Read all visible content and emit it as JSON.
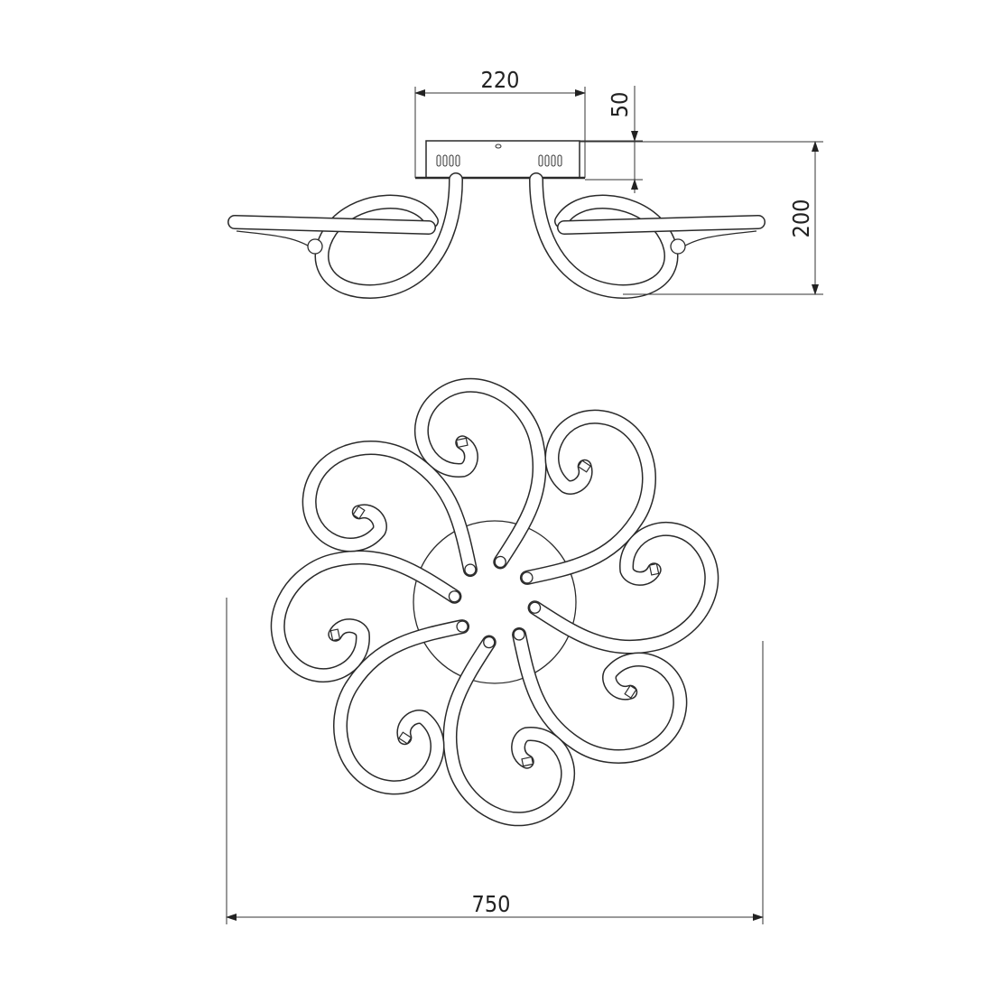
{
  "dimensions": {
    "base_width": "220",
    "base_height": "50",
    "total_height": "200",
    "total_diameter": "750"
  },
  "colors": {
    "line": "#2a2a2a",
    "background": "#ffffff"
  }
}
